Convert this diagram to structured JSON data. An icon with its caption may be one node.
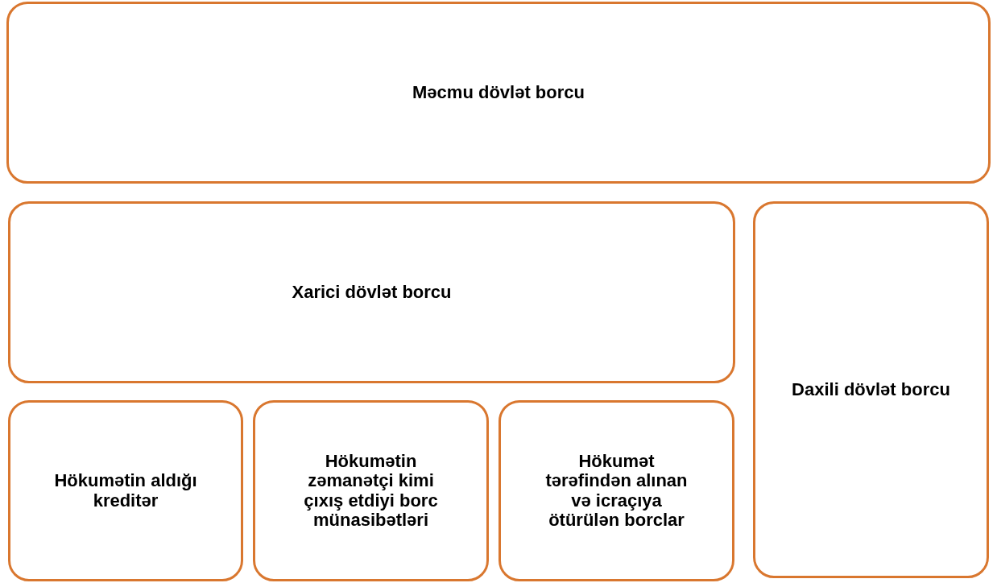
{
  "diagram": {
    "nodes": [
      {
        "text": [
          "Məcmu dövlət borcu"
        ]
      },
      {
        "text": [
          "Xarici dövlət borcu"
        ]
      },
      {
        "text": [
          "Daxili dövlət borcu"
        ]
      },
      {
        "text": [
          "Hökumətin aldığı kreditər"
        ]
      },
      {
        "text": [
          "Hökumətin zəmanətçi kimi çıxış etdiyi borc münasibətləri"
        ]
      },
      {
        "text": [
          "Hökumət tərəfindən alınan və icraçıya ötürülən borclar"
        ]
      }
    ]
  }
}
